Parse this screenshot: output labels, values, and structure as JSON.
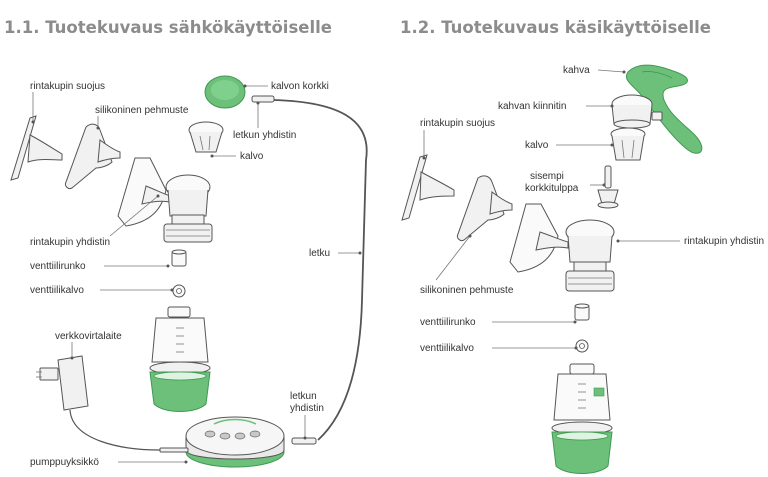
{
  "sections": {
    "electric_title": "1.1. Tuotekuvaus sähkökäyttöiselle",
    "manual_title": "1.2. Tuotekuvaus käsikäyttöiselle"
  },
  "electric_labels": {
    "rintakupin_suojus": "rintakupin suojus",
    "silikoninen_pehmuste": "silikoninen pehmuste",
    "kalvon_korkki": "kalvon korkki",
    "letkun_yhdistin_top": "letkun yhdistin",
    "kalvo": "kalvo",
    "rintakupin_yhdistin": "rintakupin yhdistin",
    "letku": "letku",
    "venttiilirunko": "venttiilirunko",
    "venttiilikalvo": "venttiilikalvo",
    "verkkovirtalaite": "verkkovirtalaite",
    "letkun_yhdistin_bottom_1": "letkun",
    "letkun_yhdistin_bottom_2": "yhdistin",
    "pumppuyksikko": "pumppuyksikkö"
  },
  "manual_labels": {
    "kahva": "kahva",
    "kahvan_kiinnitin": "kahvan kiinnitin",
    "rintakupin_suojus": "rintakupin suojus",
    "kalvo": "kalvo",
    "sisempi_1": "sisempi",
    "sisempi_2": "korkkitulppa",
    "rintakupin_yhdistin": "rintakupin yhdistin",
    "silikoninen_pehmuste": "silikoninen pehmuste",
    "venttiilirunko": "venttiilirunko",
    "venttiilikalvo": "venttiilikalvo"
  },
  "colors": {
    "accent_green": "#6cc07a",
    "dark_green": "#3f9a52",
    "line": "#555555",
    "title_gray": "#8c8c8c"
  }
}
